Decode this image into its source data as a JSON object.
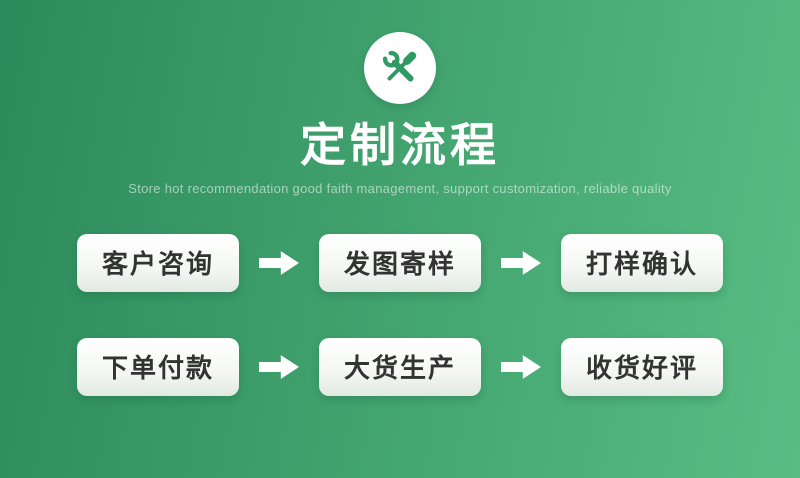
{
  "header": {
    "icon": "tools-icon",
    "title": "定制流程",
    "subtitle": "Store hot recommendation good faith management, support customization, reliable quality"
  },
  "flow": {
    "steps": [
      "客户咨询",
      "发图寄样",
      "打样确认",
      "下单付款",
      "大货生产",
      "收货好评"
    ]
  },
  "colors": {
    "background_start": "#2c8a5b",
    "background_end": "#58bd83",
    "icon_green": "#2f9a63",
    "step_text": "#333333"
  }
}
